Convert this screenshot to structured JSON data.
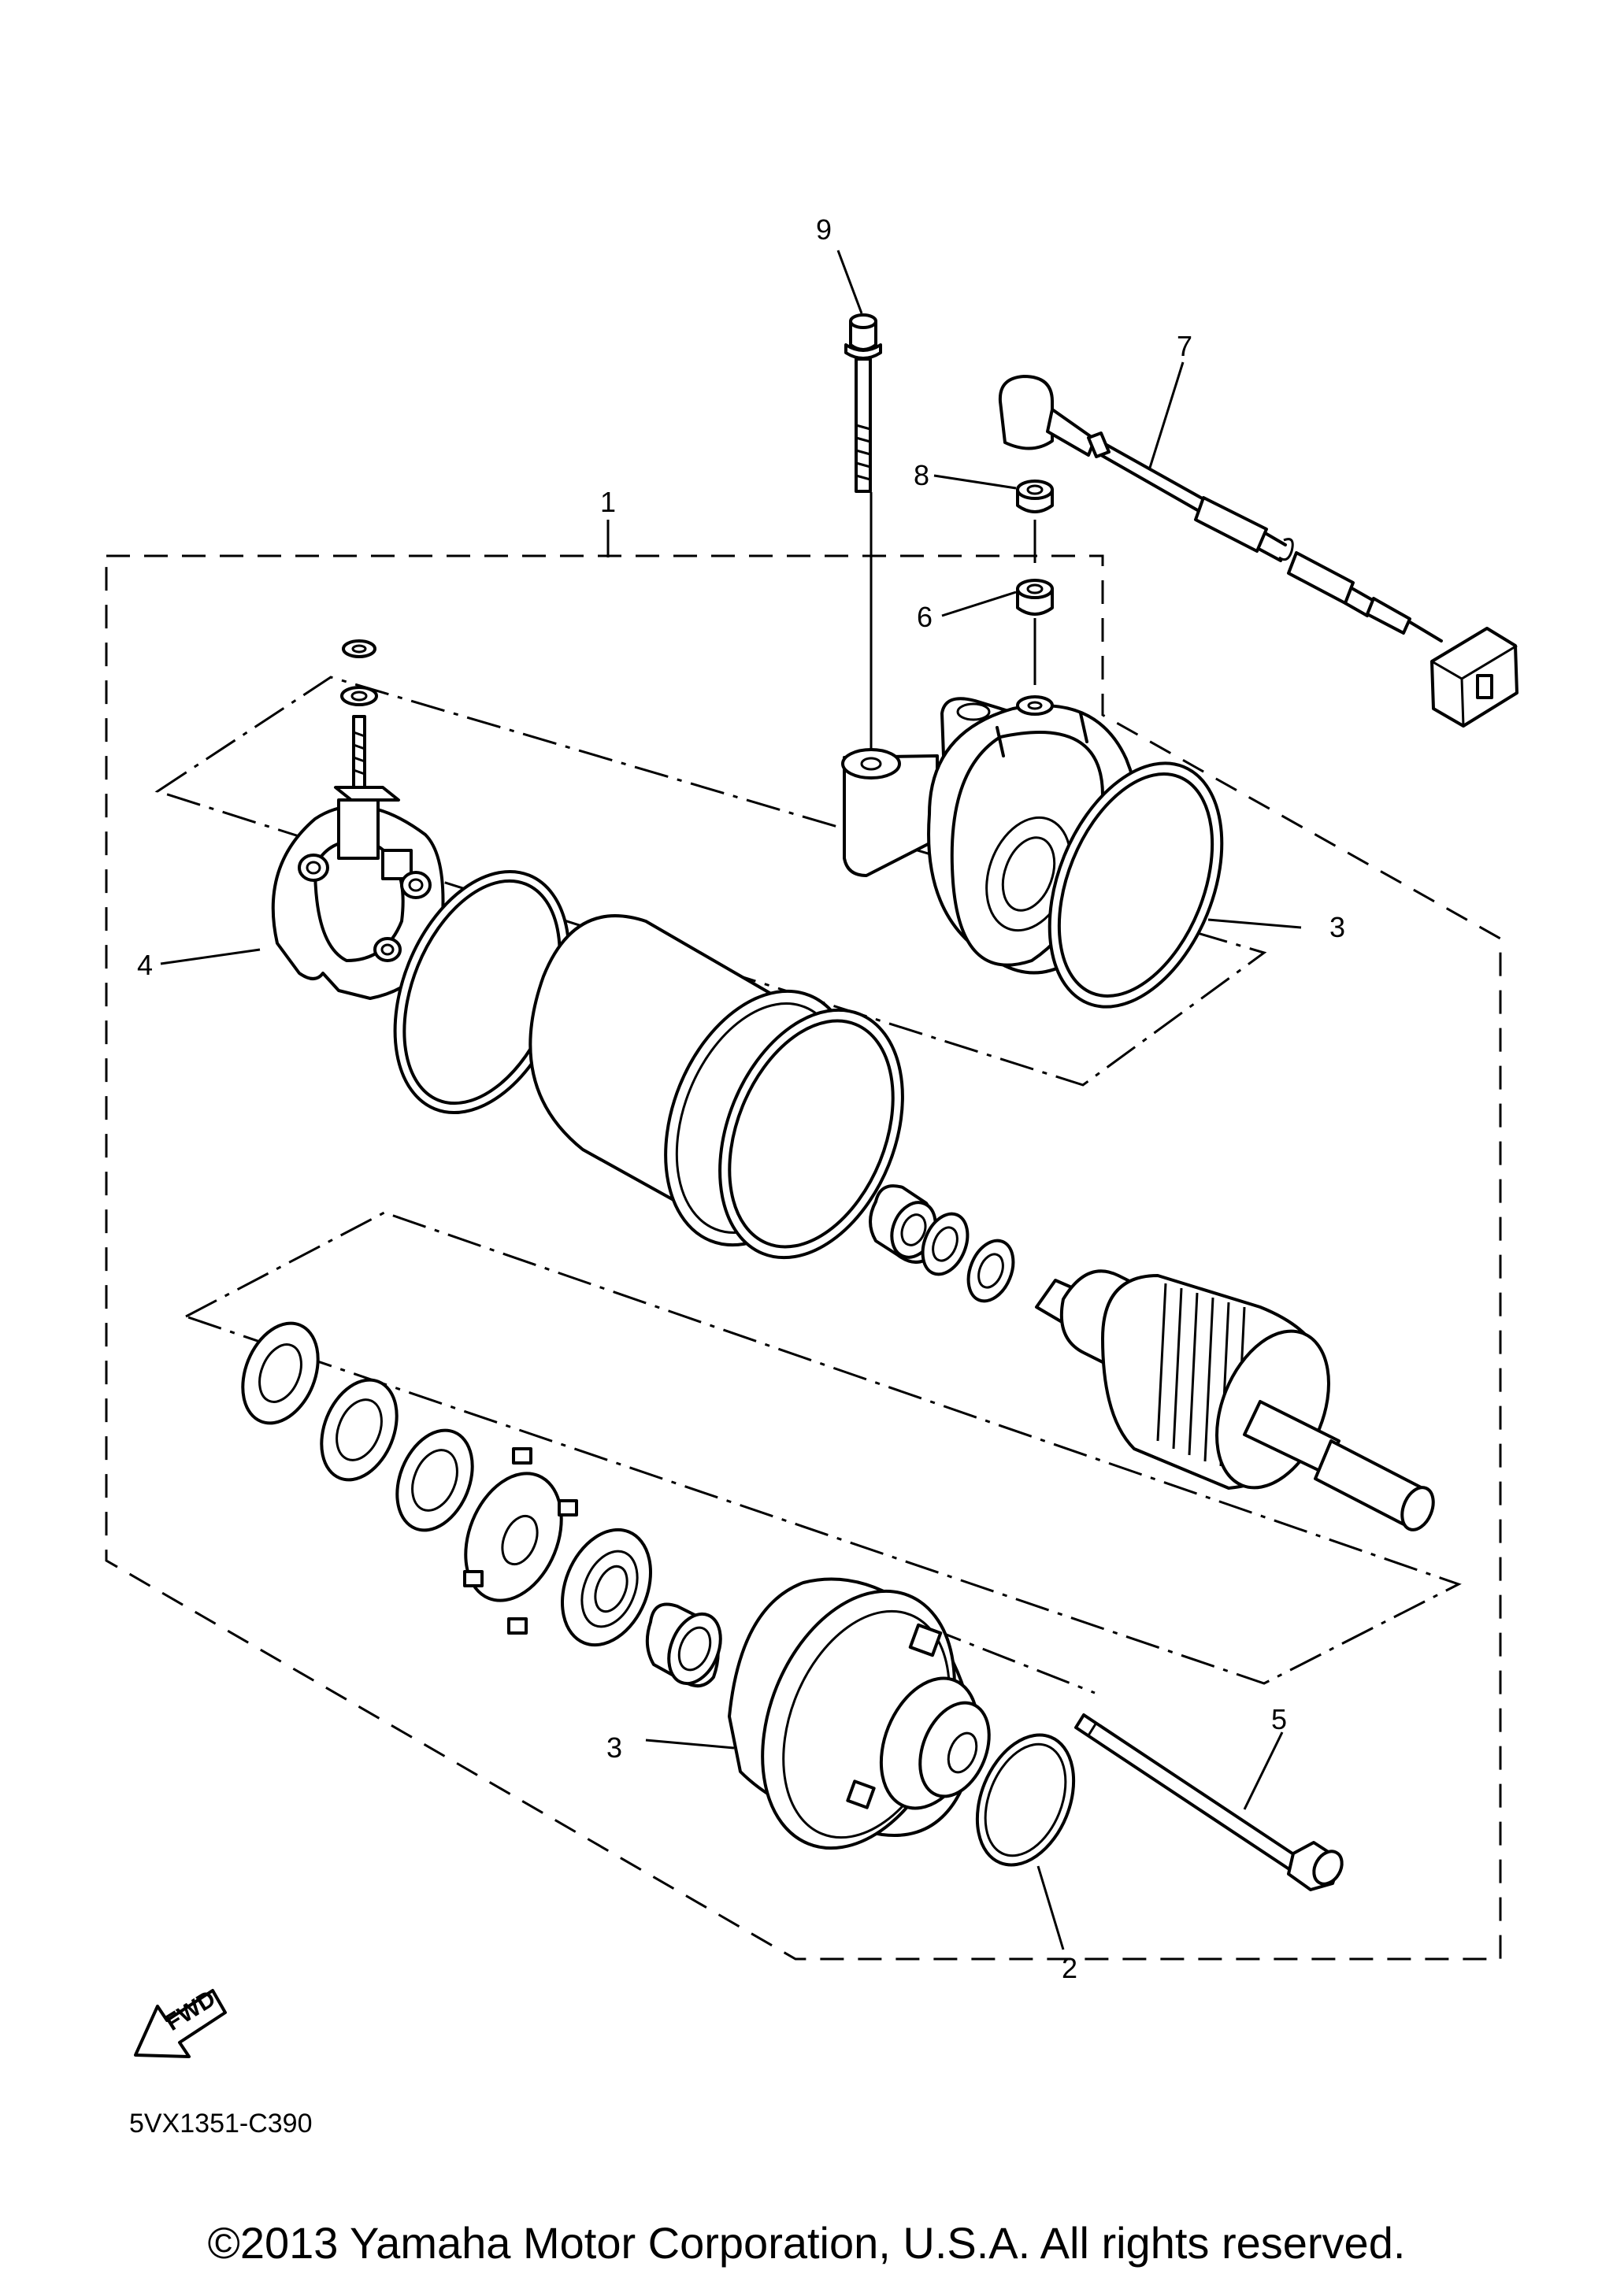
{
  "callouts": [
    {
      "id": "1",
      "label": "1"
    },
    {
      "id": "2",
      "label": "2"
    },
    {
      "id": "3a",
      "label": "3"
    },
    {
      "id": "3b",
      "label": "3"
    },
    {
      "id": "4",
      "label": "4"
    },
    {
      "id": "5",
      "label": "5"
    },
    {
      "id": "6",
      "label": "6"
    },
    {
      "id": "7",
      "label": "7"
    },
    {
      "id": "8",
      "label": "8"
    },
    {
      "id": "9",
      "label": "9"
    }
  ],
  "fwd_label": "FWD",
  "diagram_code": "5VX1351-C390",
  "copyright": "©2013 Yamaha Motor Corporation, U.S.A. All rights reserved."
}
